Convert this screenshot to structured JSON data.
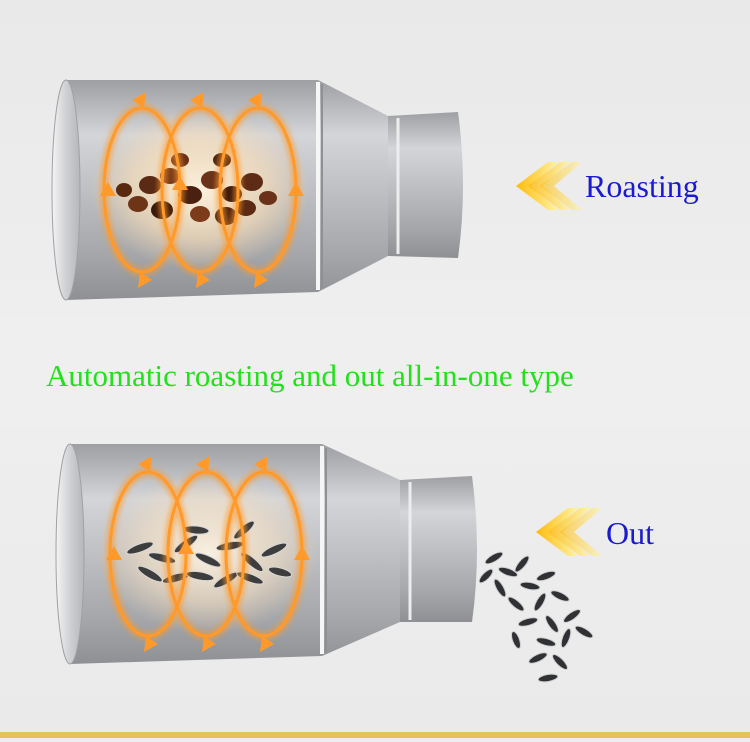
{
  "captions": {
    "roasting": "Roasting",
    "out": "Out",
    "headline": "Automatic roasting and out all-in-one type"
  },
  "colors": {
    "label_blue": "#1a1ad0",
    "headline_green": "#22e01a",
    "flow_orange": "#ff9a2a",
    "arrow_yellow": "#ffd21a"
  }
}
